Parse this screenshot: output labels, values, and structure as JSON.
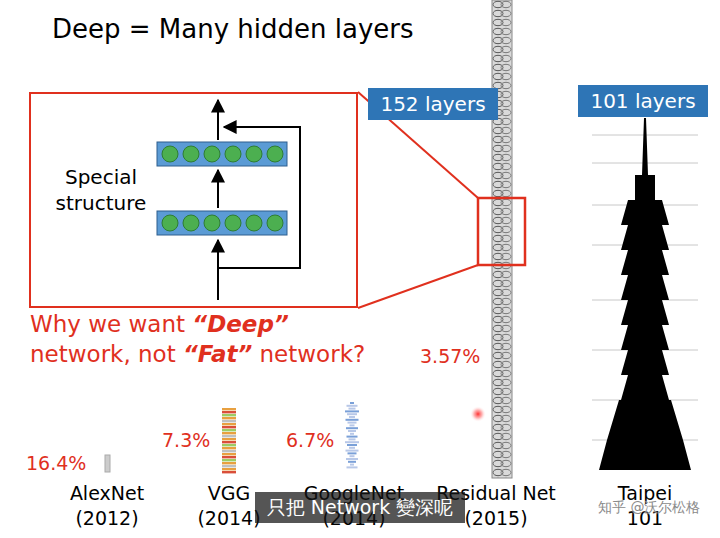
{
  "diagram": {
    "title": "Deep = Many hidden layers",
    "nodes": [
      {
        "text": [
          "Special structure"
        ]
      },
      {
        "text": [
          "152 layers"
        ]
      },
      {
        "text": [
          "101 layers"
        ]
      },
      {
        "text": [
          "只把 Network 變深呢"
        ]
      }
    ],
    "labels": [
      "Why we want “Deep” network, not “Fat” network?",
      "16.4%",
      "7.3%",
      "6.7%",
      "3.57%",
      "AlexNet (2012)",
      "VGG (2014)",
      "GoogleNet (2014)",
      "Residual Net (2015)",
      "Taipei 101",
      "知乎 @沃尔松格"
    ]
  }
}
